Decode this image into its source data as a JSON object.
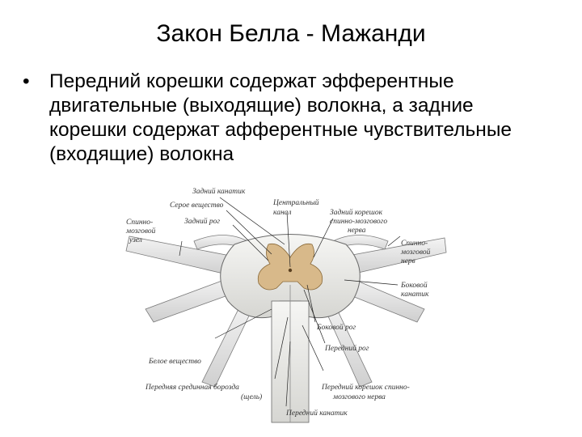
{
  "slide": {
    "title": "Закон Белла - Мажанди",
    "bullet_symbol": "•",
    "bullet": "Передний корешки содержат эфферентные двигательные (выходящие) волокна, а задние корешки содержат афферентные чувствительные (входящие) волокна"
  },
  "diagram": {
    "labels": {
      "posterior_cord": "Задний канатик",
      "gray_matter": "Серое вещество",
      "posterior_horn": "Задний рог",
      "central_canal_1": "Центральный",
      "central_canal_2": "канал",
      "dorsal_root_1": "Задний корешок",
      "dorsal_root_2": "спинно-мозгового",
      "dorsal_root_3": "нерва",
      "spinal_ganglion_1": "Спинно-",
      "spinal_ganglion_2": "мозговой",
      "spinal_ganglion_3": "узел",
      "spinal_nerve_1": "Спинно-",
      "spinal_nerve_2": "мозговой",
      "spinal_nerve_3": "нерв",
      "lateral_cord_1": "Боковой",
      "lateral_cord_2": "канатик",
      "lateral_horn": "Боковой рог",
      "anterior_horn": "Передний рог",
      "white_matter": "Белое вещество",
      "anterior_fissure_1": "Передняя срединная борозда",
      "anterior_fissure_2": "(щель)",
      "ventral_root_1": "Передний корешок спинно-",
      "ventral_root_2": "мозгового нерва",
      "anterior_cord": "Передний канатик"
    },
    "colors": {
      "gray_matter": "#d8b98a",
      "white_matter": "#ecebea",
      "nerve": "#e3e3e3",
      "outline": "#6a6a6a"
    }
  }
}
